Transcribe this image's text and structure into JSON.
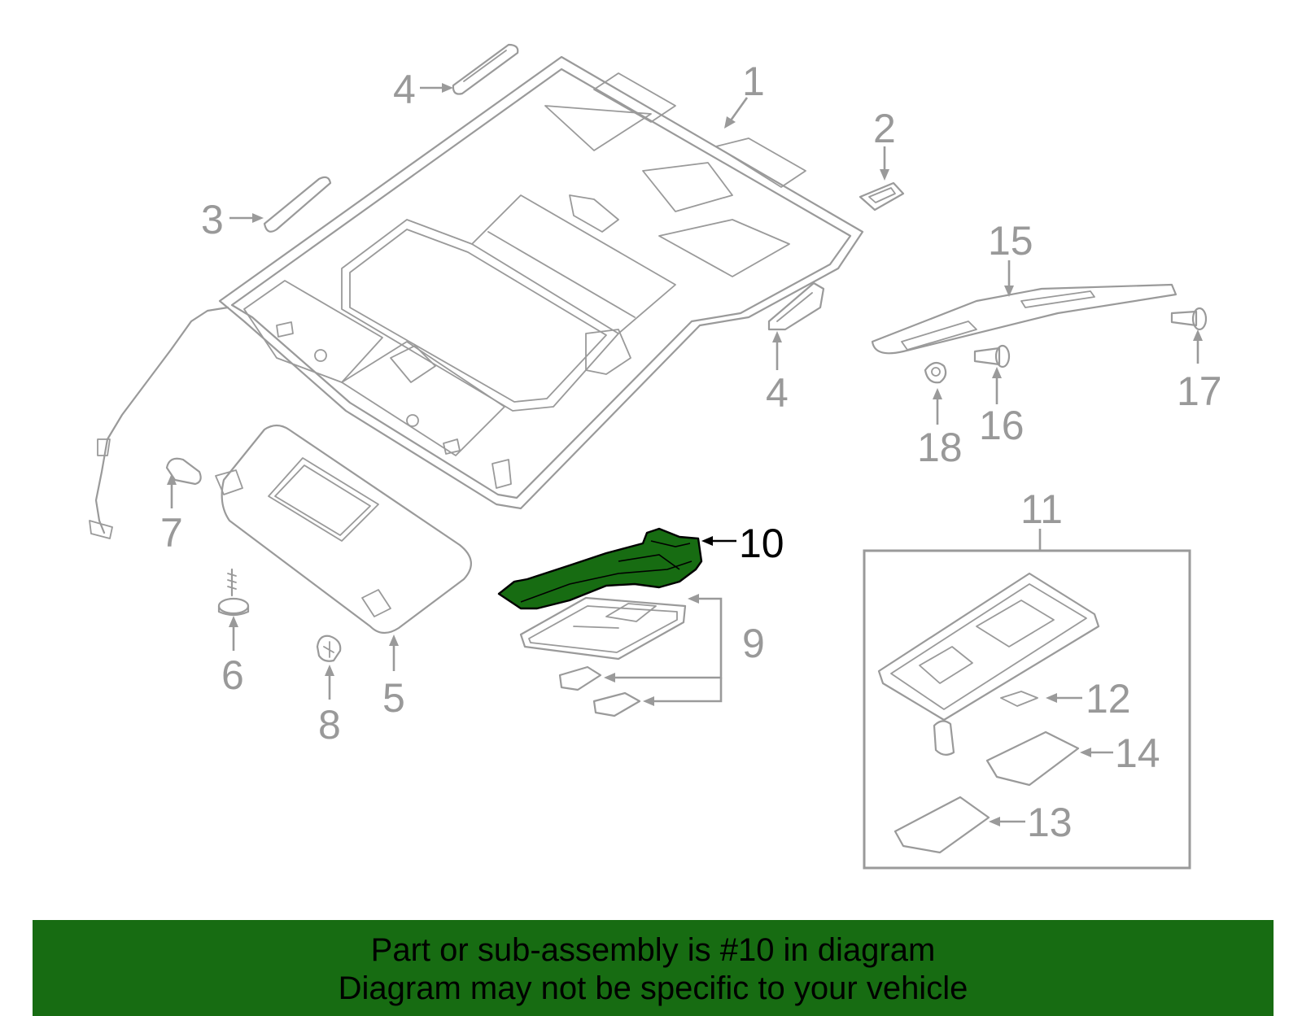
{
  "callouts": {
    "c1": "1",
    "c2": "2",
    "c3": "3",
    "c4a": "4",
    "c4b": "4",
    "c5": "5",
    "c6": "6",
    "c7": "7",
    "c8": "8",
    "c9": "9",
    "c10": "10",
    "c11": "11",
    "c12": "12",
    "c13": "13",
    "c14": "14",
    "c15": "15",
    "c16": "16",
    "c17": "17",
    "c18": "18"
  },
  "highlight": {
    "part": "10",
    "color": "#176c12"
  },
  "banner": {
    "line1": "Part or sub-assembly is #10 in diagram",
    "line2": "Diagram may not be specific to your vehicle",
    "color": "#176c12"
  }
}
